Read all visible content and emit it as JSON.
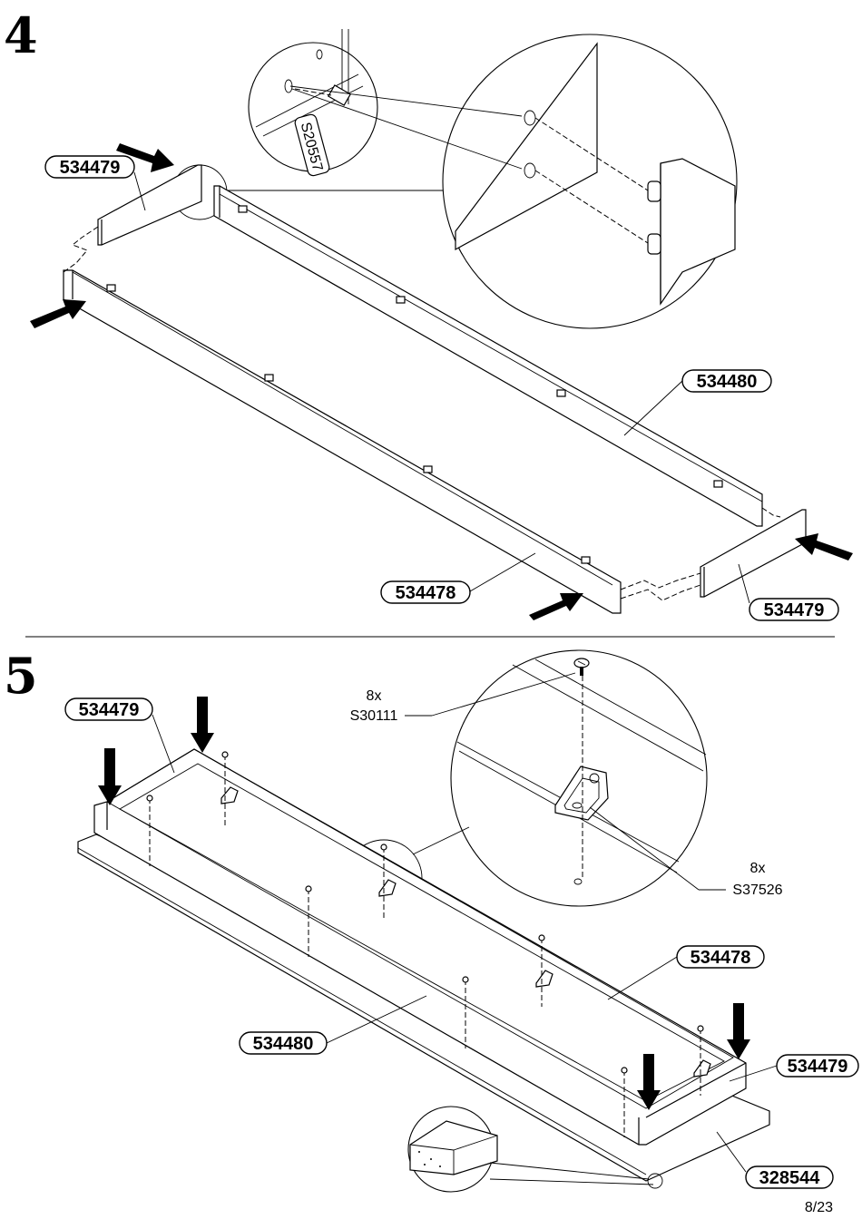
{
  "page": {
    "number": "8/23"
  },
  "step4": {
    "number": "4",
    "labels": {
      "side_left": "534479",
      "back": "534480",
      "front": "534478",
      "side_right": "534479"
    },
    "dowel_tag": "S20557"
  },
  "step5": {
    "number": "5",
    "labels": {
      "side_left": "534479",
      "back": "534480",
      "front": "534478",
      "side_right": "534479",
      "base": "328544"
    },
    "screw": {
      "qty": "8x",
      "code": "S30111"
    },
    "bracket": {
      "qty": "8x",
      "code": "S37526"
    }
  }
}
